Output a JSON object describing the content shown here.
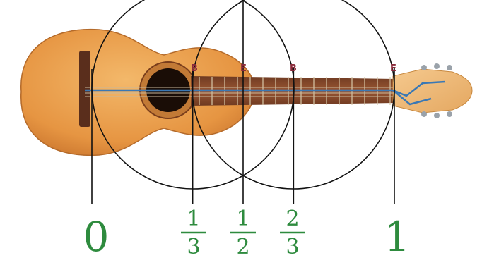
{
  "colors": {
    "label_green": "#2e8b3e",
    "string_blue": "#3a78b5",
    "note_red": "#8a2a3a",
    "circle_stroke": "#111111",
    "body_orange": "#e79a45",
    "fretboard": "#8a4a2c"
  },
  "notes": [
    "B",
    "E",
    "B",
    "E"
  ],
  "labels": {
    "zero": "0",
    "one": "1",
    "third": {
      "num": "1",
      "den": "3"
    },
    "half": {
      "num": "1",
      "den": "2"
    },
    "two_thirds": {
      "num": "2",
      "den": "3"
    }
  },
  "positions": [
    0,
    0.3333,
    0.5,
    0.6667,
    1
  ]
}
